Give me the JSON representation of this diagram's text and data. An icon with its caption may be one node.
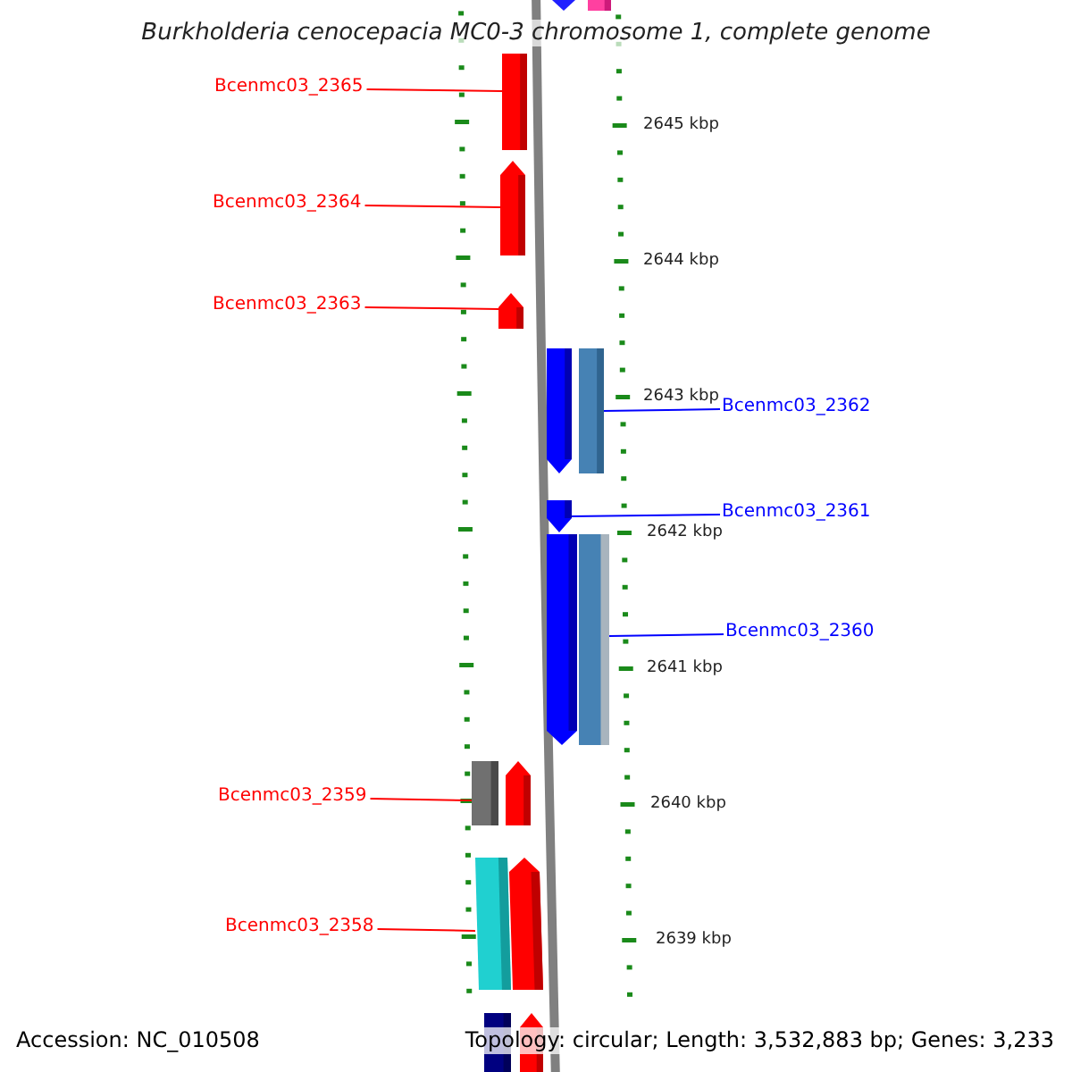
{
  "diagram": {
    "title": "Burkholderia cenocepacia MC0-3 chromosome 1, complete genome",
    "nodes": [
      {
        "text": [
          "Bcenmc03_2365"
        ]
      },
      {
        "text": [
          "Bcenmc03_2364"
        ]
      },
      {
        "text": [
          "Bcenmc03_2363"
        ]
      },
      {
        "text": [
          "Bcenmc03_2362"
        ]
      },
      {
        "text": [
          "Bcenmc03_2361"
        ]
      },
      {
        "text": [
          "Bcenmc03_2360"
        ]
      },
      {
        "text": [
          "Bcenmc03_2359"
        ]
      },
      {
        "text": [
          "Bcenmc03_2358"
        ]
      },
      {
        "text": [],
        "shape": "bar"
      },
      {
        "text": [],
        "shape": "bar"
      },
      {
        "text": [],
        "shape": "bar"
      },
      {
        "text": [],
        "shape": "bar"
      },
      {
        "text": [],
        "shape": "bar"
      },
      {
        "text": [],
        "shape": "bar"
      },
      {
        "text": [],
        "shape": "bar"
      },
      {
        "text": [],
        "shape": "bar"
      },
      {
        "text": [],
        "shape": "bar"
      },
      {
        "text": [],
        "shape": "bar"
      },
      {
        "text": [],
        "shape": "bar"
      },
      {
        "text": [],
        "shape": "bar"
      },
      {
        "text": [],
        "shape": "bar"
      },
      {
        "text": [],
        "shape": "bar"
      },
      {
        "text": [],
        "shape": "bar"
      },
      {
        "text": [],
        "shape": "bar"
      }
    ],
    "edges": [
      {
        "from": 0,
        "to": 10,
        "arrow": "none",
        "color": "#ff0000"
      },
      {
        "from": 1,
        "to": 11,
        "arrow": "none",
        "color": "#ff0000"
      },
      {
        "from": 2,
        "to": 12,
        "arrow": "none",
        "color": "#ff0000"
      },
      {
        "from": 3,
        "to": 14,
        "arrow": "none",
        "color": "#0000ff"
      },
      {
        "from": 4,
        "to": 15,
        "arrow": "none",
        "color": "#0000ff"
      },
      {
        "from": 5,
        "to": 17,
        "arrow": "none",
        "color": "#0000ff"
      },
      {
        "from": 6,
        "to": 18,
        "arrow": "none",
        "color": "#ff0000"
      },
      {
        "from": 7,
        "to": 20,
        "arrow": "none",
        "color": "#ff0000"
      }
    ],
    "labels": [
      "2645 kbp",
      "2644 kbp",
      "2643 kbp",
      "2642 kbp",
      "2641 kbp",
      "2640 kbp",
      "2639 kbp",
      "Accession: NC_010508",
      "Topology: circular; Length: 3,532,883 bp; Genes: 3,233"
    ]
  }
}
